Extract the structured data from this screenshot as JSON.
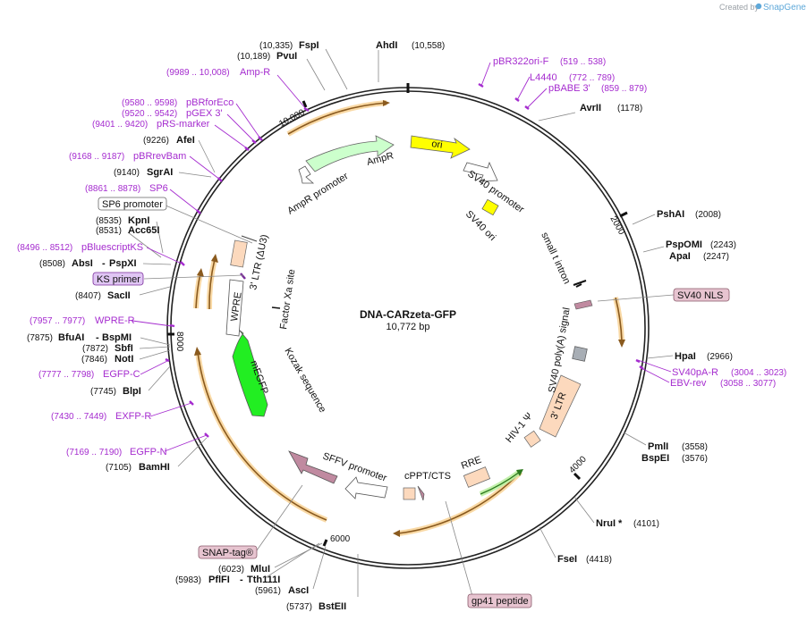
{
  "watermark": {
    "prefix": "Created by",
    "brand": "SnapGene"
  },
  "plasmid": {
    "name": "DNA-CARzeta-GFP",
    "length_text": "10,772 bp"
  },
  "ticks": [
    "2000",
    "4000",
    "6000",
    "8000",
    "10,000"
  ],
  "sites": [
    {
      "pos": "(10,335)",
      "name": "FspI"
    },
    {
      "pos": "(10,189)",
      "name": "PvuI"
    },
    {
      "pos": "(10,558)",
      "name": "AhdI"
    },
    {
      "pos": "(1178)",
      "name": "AvrII"
    },
    {
      "pos": "(9226)",
      "name": "AfeI"
    },
    {
      "pos": "(9140)",
      "name": "SgrAI"
    },
    {
      "pos": "(8535)",
      "name": "KpnI"
    },
    {
      "pos": "(8531)",
      "name": "Acc65I"
    },
    {
      "pos": "(8508)",
      "name": "AbsI",
      "extra": "PspXI"
    },
    {
      "pos": "(8407)",
      "name": "SacII"
    },
    {
      "pos": "(7875)",
      "name": "BfuAI",
      "extra": "BspMI"
    },
    {
      "pos": "(7872)",
      "name": "SbfI"
    },
    {
      "pos": "(7846)",
      "name": "NotI"
    },
    {
      "pos": "(7745)",
      "name": "BlpI"
    },
    {
      "pos": "(7105)",
      "name": "BamHI"
    },
    {
      "pos": "(6023)",
      "name": "MluI"
    },
    {
      "pos": "(5983)",
      "name": "PflFI",
      "extra": "Tth111I"
    },
    {
      "pos": "(5961)",
      "name": "AscI"
    },
    {
      "pos": "(5737)",
      "name": "BstEII"
    },
    {
      "pos": "(2008)",
      "name": "PshAI"
    },
    {
      "pos": "(2243)",
      "name": "PspOMI"
    },
    {
      "pos": "(2247)",
      "name": "ApaI"
    },
    {
      "pos": "(2966)",
      "name": "HpaI"
    },
    {
      "pos": "(3558)",
      "name": "PmlI"
    },
    {
      "pos": "(3576)",
      "name": "BspEI"
    },
    {
      "pos": "(4101)",
      "name": "NruI *"
    },
    {
      "pos": "(4418)",
      "name": "FseI"
    }
  ],
  "primers": [
    {
      "name": "Amp-R",
      "pos": "(9989 .. 10,008)"
    },
    {
      "name": "pBRforEco",
      "pos": "(9580 .. 9598)"
    },
    {
      "name": "pGEX 3'",
      "pos": "(9520 .. 9542)"
    },
    {
      "name": "pRS-marker",
      "pos": "(9401 .. 9420)"
    },
    {
      "name": "pBRrevBam",
      "pos": "(9168 .. 9187)"
    },
    {
      "name": "SP6",
      "pos": "(8861 .. 8878)"
    },
    {
      "name": "pBluescriptKS",
      "pos": "(8496 .. 8512)"
    },
    {
      "name": "WPRE-R",
      "pos": "(7957 .. 7977)"
    },
    {
      "name": "EGFP-C",
      "pos": "(7777 .. 7798)"
    },
    {
      "name": "EXFP-R",
      "pos": "(7430 .. 7449)"
    },
    {
      "name": "EGFP-N",
      "pos": "(7169 .. 7190)"
    },
    {
      "name": "pBR322ori-F",
      "pos": "(519 .. 538)"
    },
    {
      "name": "L4440",
      "pos": "(772 .. 789)"
    },
    {
      "name": "pBABE 3'",
      "pos": "(859 .. 879)"
    },
    {
      "name": "SV40pA-R",
      "pos": "(3004 .. 3023)"
    },
    {
      "name": "EBV-rev",
      "pos": "(3058 .. 3077)"
    }
  ],
  "boxed_labels": [
    "SP6 promoter",
    "KS primer",
    "SV40 NLS",
    "SNAP-tag®",
    "gp41 peptide"
  ],
  "features": [
    "ori",
    "AmpR",
    "AmpR promoter",
    "SV40 promoter",
    "SV40 ori",
    "small t intron",
    "SV40 poly(A) signal",
    "3' LTR",
    "HIV-1 Ψ",
    "RRE",
    "cPPT/CTS",
    "SFFV promoter",
    "mEGFP",
    "Kozak sequence",
    "Factor Xa site",
    "WPRE",
    "3' LTR (ΔU3)"
  ],
  "colors": {
    "ori": "#ffff00",
    "ampr": "#ccffcc",
    "egfp": "#22ee22",
    "sffv": "#c08aa0",
    "ltr": "#fcd9bd",
    "primer": "#a52ccf",
    "orf": "#e8a33c"
  }
}
